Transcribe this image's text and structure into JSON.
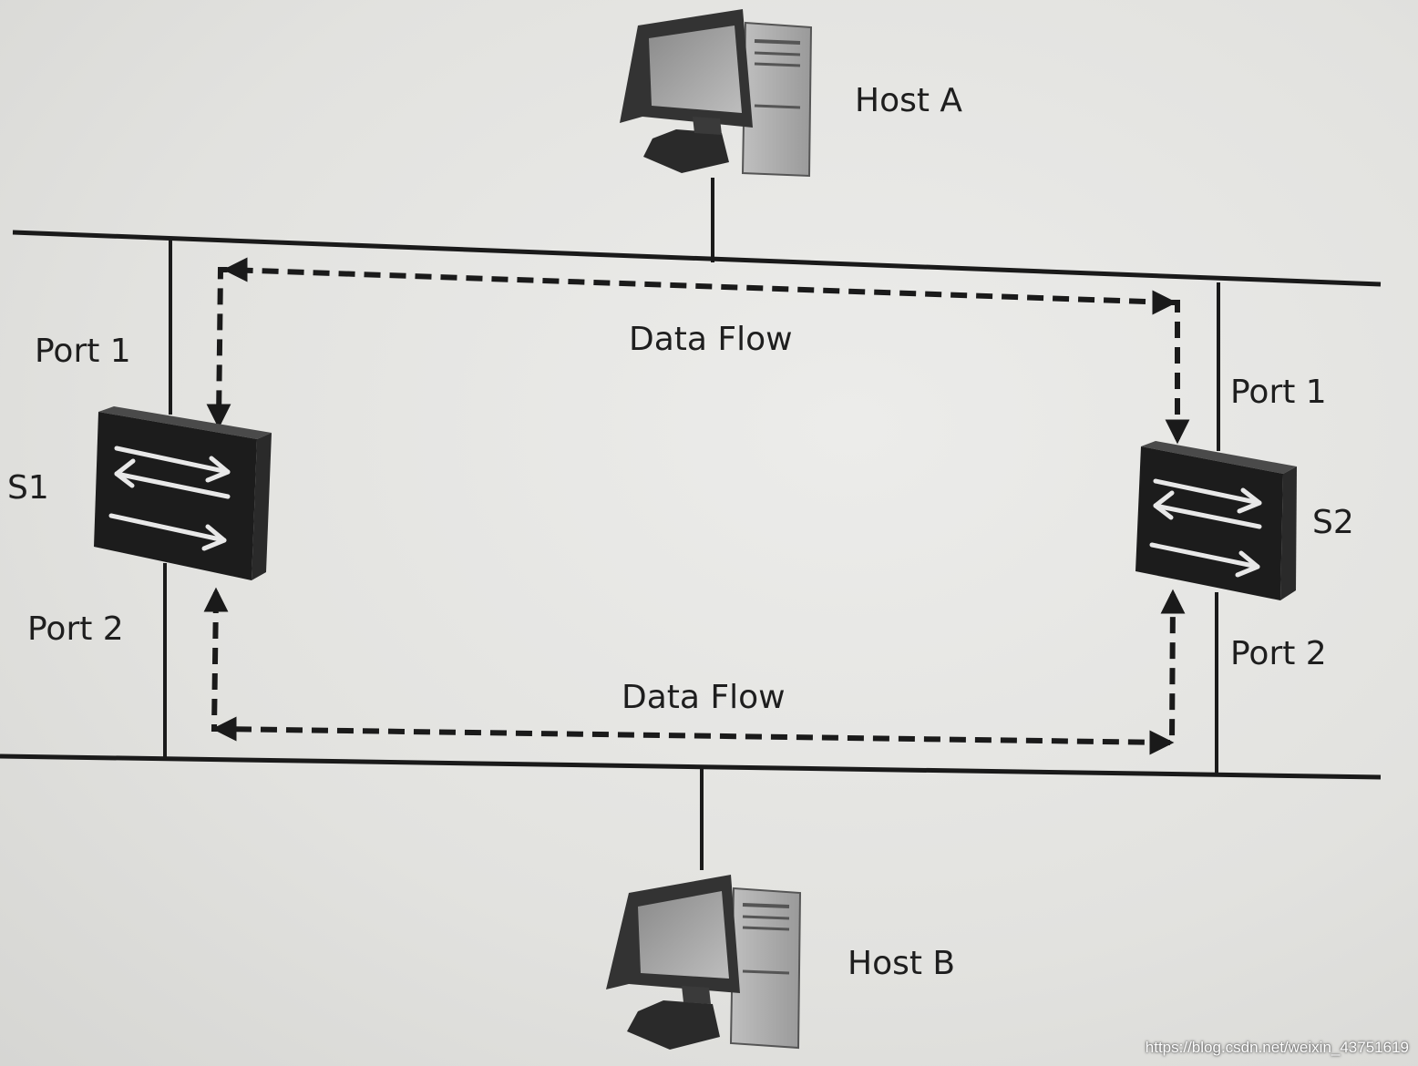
{
  "nodes": {
    "host_a": {
      "label": "Host A"
    },
    "host_b": {
      "label": "Host B"
    },
    "s1": {
      "label": "S1",
      "port1": "Port 1",
      "port2": "Port 2"
    },
    "s2": {
      "label": "S2",
      "port1": "Port 1",
      "port2": "Port 2"
    }
  },
  "flows": {
    "top": "Data Flow",
    "bottom": "Data Flow"
  },
  "watermark": "https://blog.csdn.net/weixin_43751619"
}
